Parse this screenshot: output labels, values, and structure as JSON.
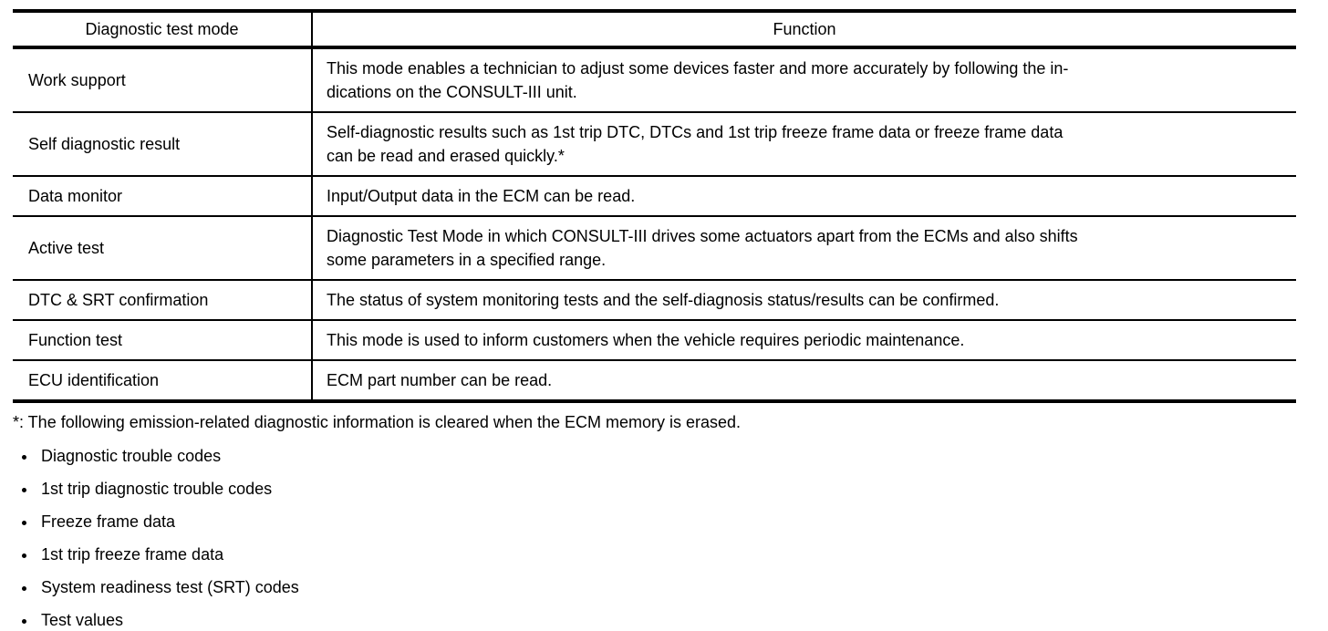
{
  "table": {
    "headers": {
      "mode": "Diagnostic test mode",
      "function": "Function"
    },
    "rows": [
      {
        "mode": "Work support",
        "function_lines": [
          "This mode enables a technician to adjust some devices faster and more accurately by following the in-",
          "dications on the CONSULT-III unit."
        ]
      },
      {
        "mode": "Self diagnostic result",
        "function_lines": [
          "Self-diagnostic results such as 1st trip DTC, DTCs and 1st trip freeze frame data or freeze frame data",
          "can be read and erased quickly.*"
        ]
      },
      {
        "mode": "Data monitor",
        "function_lines": [
          "Input/Output data in the ECM can be read."
        ]
      },
      {
        "mode": "Active test",
        "function_lines": [
          "Diagnostic Test Mode in which CONSULT-III drives some actuators apart from the ECMs and also shifts",
          "some parameters in a specified range."
        ]
      },
      {
        "mode": "DTC & SRT confirmation",
        "function_lines": [
          "The status of system monitoring tests and the self-diagnosis status/results can be confirmed."
        ]
      },
      {
        "mode": "Function test",
        "function_lines": [
          "This mode is used to inform customers when the vehicle requires periodic maintenance."
        ]
      },
      {
        "mode": "ECU identification",
        "function_lines": [
          "ECM part number can be read."
        ]
      }
    ]
  },
  "footnote": "*: The following emission-related diagnostic information is cleared when the ECM memory is erased.",
  "bullets": [
    "Diagnostic trouble codes",
    "1st trip diagnostic trouble codes",
    "Freeze frame data",
    "1st trip freeze frame data",
    "System readiness test (SRT) codes",
    "Test values"
  ],
  "colors": {
    "text": "#000000",
    "border": "#000000",
    "background": "#ffffff"
  }
}
